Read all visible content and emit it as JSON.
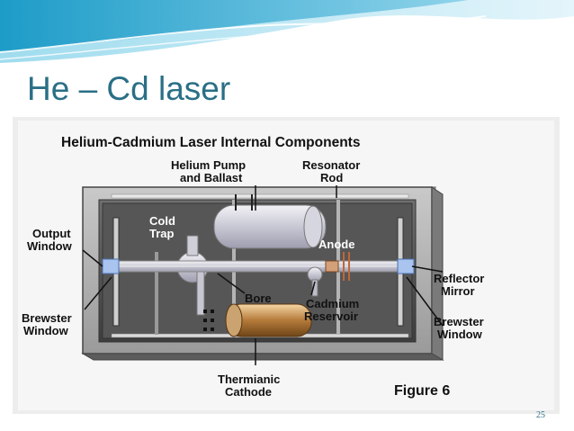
{
  "slide": {
    "title": "He – Cd laser",
    "page_number": "25"
  },
  "figure": {
    "heading": "Helium-Cadmium Laser Internal Components",
    "caption": "Figure 6",
    "labels": {
      "helium_pump_1": "Helium Pump",
      "helium_pump_2": "and Ballast",
      "resonator_1": "Resonator",
      "resonator_2": "Rod",
      "output_1": "Output",
      "output_2": "Window",
      "cold_1": "Cold",
      "cold_2": "Trap",
      "anode": "Anode",
      "reflector_1": "Reflector",
      "reflector_2": "Mirror",
      "brewster_left_1": "Brewster",
      "brewster_left_2": "Window",
      "bore": "Bore",
      "cadmium_1": "Cadmium",
      "cadmium_2": "Reservoir",
      "brewster_right_1": "Brewster",
      "brewster_right_2": "Window",
      "thermianic_1": "Thermianic",
      "thermianic_2": "Cathode"
    }
  },
  "colors": {
    "title": "#2a6f86",
    "wave_light": "#bfe6f2",
    "wave_mid": "#7ccbe3",
    "wave_dark": "#3aa9cf"
  }
}
